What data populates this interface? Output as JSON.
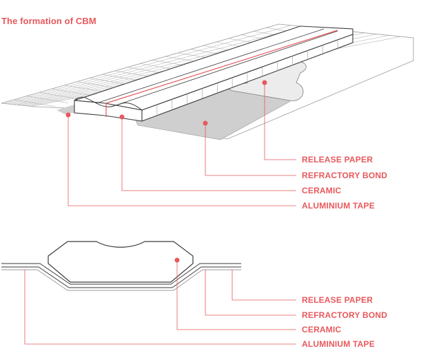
{
  "title": "The formation of CBM",
  "top_labels": [
    "RELEASE PAPER",
    "REFRACTORY BOND",
    "CERAMIC",
    "ALUMINIUM TAPE"
  ],
  "bottom_labels": [
    "RELEASE PAPER",
    "REFRACTORY BOND",
    "CERAMIC",
    "ALUMINIUM TAPE"
  ],
  "colors": {
    "accent": "#e8585c",
    "outline": "#3a3a3a",
    "grid": "#9a9a9a",
    "shade": "#cfcfcf"
  }
}
